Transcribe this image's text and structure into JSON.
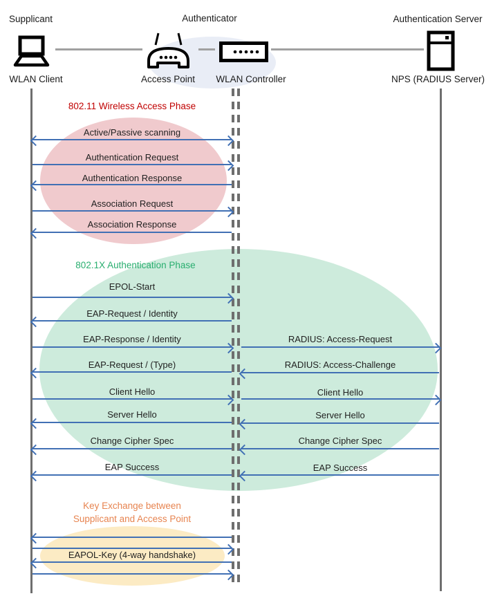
{
  "colors": {
    "arrow": "#4170B4",
    "lifeline_gray": "#6E6E6E",
    "connector_gray": "#A0A0A0",
    "text": "#1F1F1F",
    "authenticator_fill": "#E9EDF6",
    "phase1": {
      "title": "#C00000",
      "fill": "#F0CACD"
    },
    "phase2": {
      "title": "#29AE6F",
      "fill": "#CDEBDC"
    },
    "phase3": {
      "title": "#E78450",
      "fill": "#FCEBC4"
    }
  },
  "header": {
    "roles": [
      {
        "label": "Supplicant"
      },
      {
        "label": "Authenticator"
      },
      {
        "label": "Authentication Server"
      }
    ],
    "devices": [
      {
        "label": "WLAN Client",
        "icon": "laptop-icon"
      },
      {
        "label": "Access Point",
        "icon": "access-point-icon"
      },
      {
        "label": "WLAN Controller",
        "icon": "wlan-controller-icon"
      },
      {
        "label": "NPS (RADIUS Server)",
        "icon": "server-icon"
      }
    ]
  },
  "phases": [
    {
      "title": "802.11 Wireless Access Phase",
      "messages": [
        {
          "label": "Active/Passive scanning",
          "direction": "both",
          "lane": "client-controller"
        },
        {
          "label": "Authentication Request",
          "direction": "right",
          "lane": "client-controller"
        },
        {
          "label": "Authentication Response",
          "direction": "left",
          "lane": "client-controller"
        },
        {
          "label": "Association Request",
          "direction": "right",
          "lane": "client-controller"
        },
        {
          "label": "Association Response",
          "direction": "left",
          "lane": "client-controller"
        }
      ]
    },
    {
      "title": "802.1X Authentication Phase",
      "messages": [
        {
          "label": "EPOL-Start",
          "direction": "right",
          "lane": "client-controller"
        },
        {
          "label": "EAP-Request / Identity",
          "direction": "left",
          "lane": "client-controller"
        },
        {
          "label": "EAP-Response / Identity",
          "direction": "right",
          "lane": "client-controller"
        },
        {
          "label": "RADIUS: Access-Request",
          "direction": "right",
          "lane": "controller-server"
        },
        {
          "label": "EAP-Request / (Type)",
          "direction": "left",
          "lane": "client-controller"
        },
        {
          "label": "RADIUS: Access-Challenge",
          "direction": "left",
          "lane": "controller-server"
        },
        {
          "label": "Client Hello",
          "direction": "right",
          "lane": "client-controller"
        },
        {
          "label": "Client Hello",
          "direction": "right",
          "lane": "controller-server"
        },
        {
          "label": "Server Hello",
          "direction": "left",
          "lane": "client-controller"
        },
        {
          "label": "Server Hello",
          "direction": "left",
          "lane": "controller-server"
        },
        {
          "label": "Change Cipher Spec",
          "direction": "left",
          "lane": "client-controller"
        },
        {
          "label": "Change Cipher Spec",
          "direction": "left",
          "lane": "controller-server"
        },
        {
          "label": "EAP Success",
          "direction": "left",
          "lane": "client-controller"
        },
        {
          "label": "EAP Success",
          "direction": "left",
          "lane": "controller-server"
        }
      ]
    },
    {
      "title_line1": "Key Exchange between",
      "title_line2": "Supplicant and Access Point",
      "label": "EAPOL-Key (4-way handshake)",
      "arrows": [
        {
          "direction": "left",
          "lane": "client-controller"
        },
        {
          "direction": "right",
          "lane": "client-controller"
        },
        {
          "direction": "left",
          "lane": "client-controller"
        },
        {
          "direction": "right",
          "lane": "client-controller"
        }
      ]
    }
  ]
}
